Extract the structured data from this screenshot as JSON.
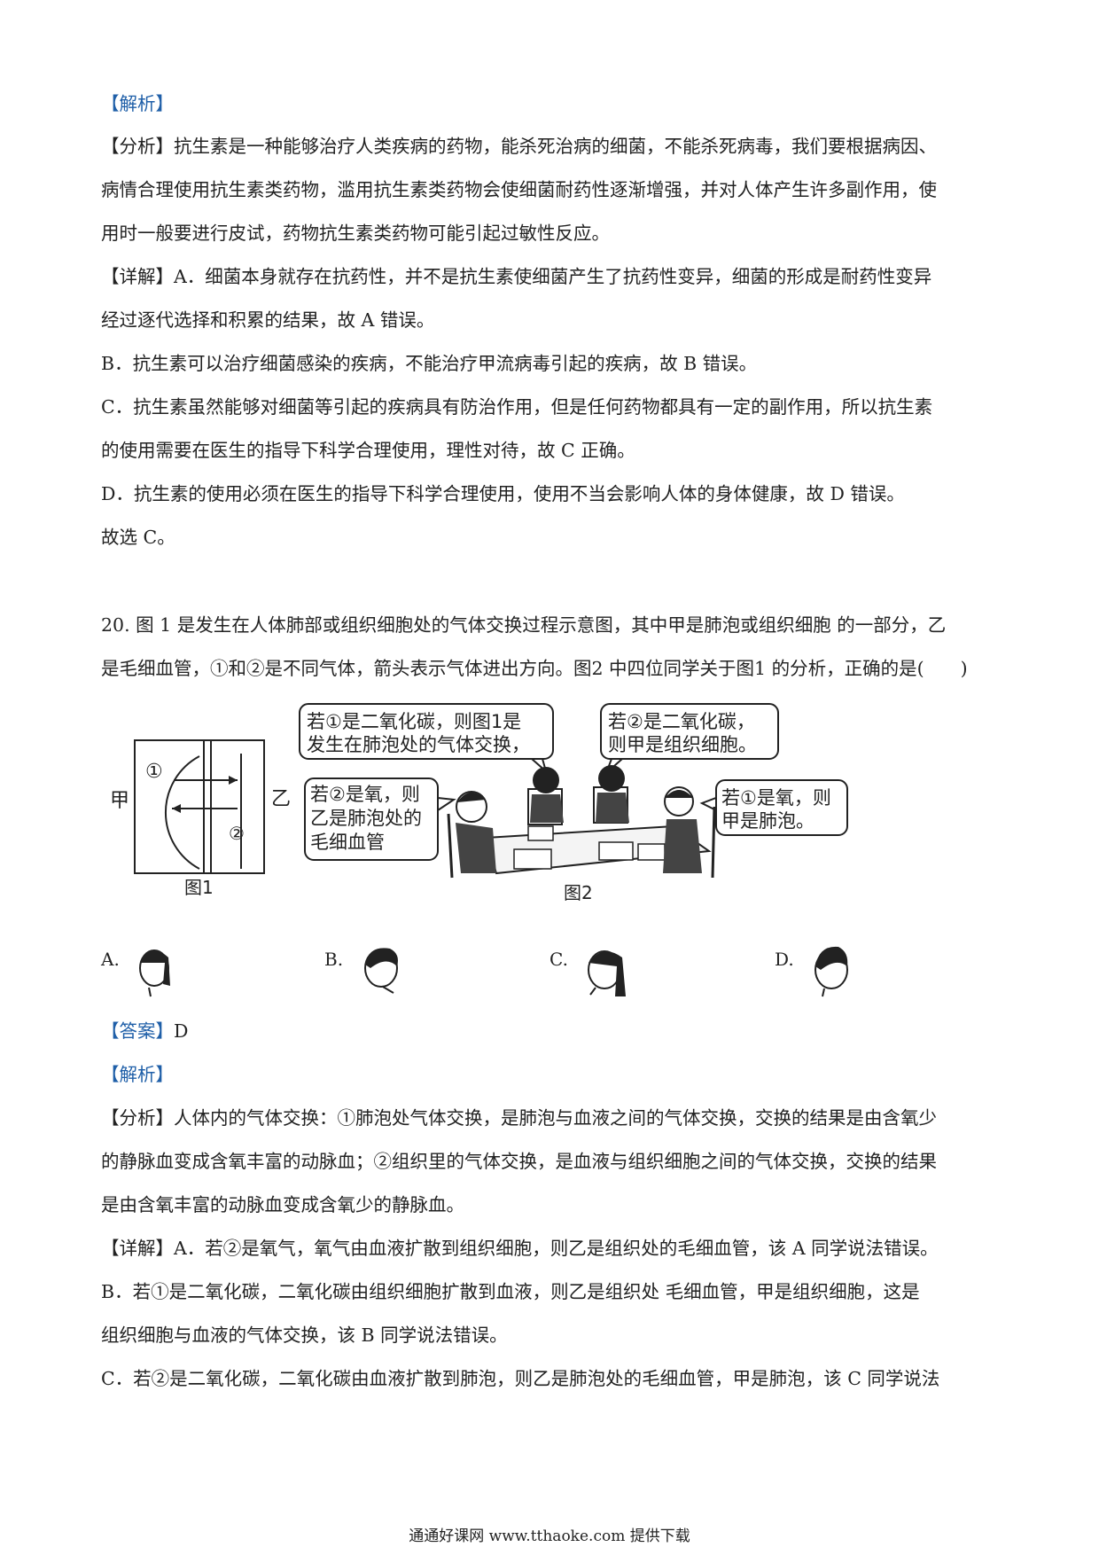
{
  "top": {
    "jiexi": "【解析】",
    "fenxi_tag": "【分析】",
    "fenxi_1": "抗生素是一种能够治疗人类疾病的药物，能杀死治病的细菌，不能杀死病毒，我们要根据病因、",
    "fenxi_2": "病情合理使用抗生素类药物，滥用抗生素类药物会使细菌耐药性逐渐增强，并对人体产生许多副作用，使",
    "fenxi_3": "用时一般要进行皮试，药物抗生素类药物可能引起过敏性反应。",
    "xiangjie_tag": "【详解】",
    "xiangjie_1": "A．细菌本身就存在抗药性，并不是抗生素使细菌产生了抗药性变异，细菌的形成是耐药性变异",
    "xiangjie_2": "经过逐代选择和积累的结果，故 A 错误。",
    "b": "B．抗生素可以治疗细菌感染的疾病，不能治疗甲流病毒引起的疾病，故 B 错误。",
    "c_1": "C．抗生素虽然能够对细菌等引起的疾病具有防治作用，但是任何药物都具有一定的副作用，所以抗生素",
    "c_2": "的使用需要在医生的指导下科学合理使用，理性对待，故 C 正确。",
    "d": "D．抗生素的使用必须在医生的指导下科学合理使用，使用不当会影响人体的身体健康，故 D 错误。",
    "choose": "故选 C。"
  },
  "q20": {
    "line_1": "20. 图 1 是发生在人体肺部或组织细胞处的气体交换过程示意图，其中甲是肺泡或组织细胞  的一部分，乙",
    "line_2": "是毛细血管，①和②是不同气体，箭头表示气体进出方向。图2 中四位同学关于图1  的分析，正确的是(　　)",
    "fig1": {
      "jia": "甲",
      "yi": "乙",
      "mark1": "①",
      "mark2": "②",
      "caption": "图1"
    },
    "fig2": {
      "bubble_tl_1": "若①是二氧化碳，则图1是",
      "bubble_tl_2": "发生在肺泡处的气体交换，",
      "bubble_tr_1": "若②是二氧化碳，",
      "bubble_tr_2": "则甲是组织细胞。",
      "bubble_ml_1": "若②是氧，则",
      "bubble_ml_2": "乙是肺泡处的",
      "bubble_ml_3": "毛细血管",
      "bubble_r_1": "若①是氧，则",
      "bubble_r_2": "甲是肺泡。",
      "caption": "图2"
    },
    "options": [
      "A.",
      "B.",
      "C.",
      "D."
    ]
  },
  "answer": {
    "tag": "【答案】",
    "value": "D",
    "jiexi": "【解析】",
    "fenxi_tag": "【分析】",
    "fenxi_1": "人体内的气体交换：①肺泡处气体交换，是肺泡与血液之间的气体交换，交换的结果是由含氧少",
    "fenxi_2": "的静脉血变成含氧丰富的动脉血；②组织里的气体交换，是血液与组织细胞之间的气体交换，交换的结果",
    "fenxi_3": "是由含氧丰富的动脉血变成含氧少的静脉血。",
    "xiangjie_tag": "【详解】",
    "xiangjie_a": "A．若②是氧气，氧气由血液扩散到组织细胞，则乙是组织处的毛细血管，该 A 同学说法错误。",
    "b_1": "B．若①是二氧化碳，二氧化碳由组织细胞扩散到血液，则乙是组织处   毛细血管，甲是组织细胞，这是",
    "b_2": "组织细胞与血液的气体交换，该 B 同学说法错误。",
    "c_1": "C．若②是二氧化碳，二氧化碳由血液扩散到肺泡，则乙是肺泡处的毛细血管，甲是肺泡，该 C 同学说法"
  },
  "footer": "通通好课网   www.tthaoke.com  提供下载"
}
